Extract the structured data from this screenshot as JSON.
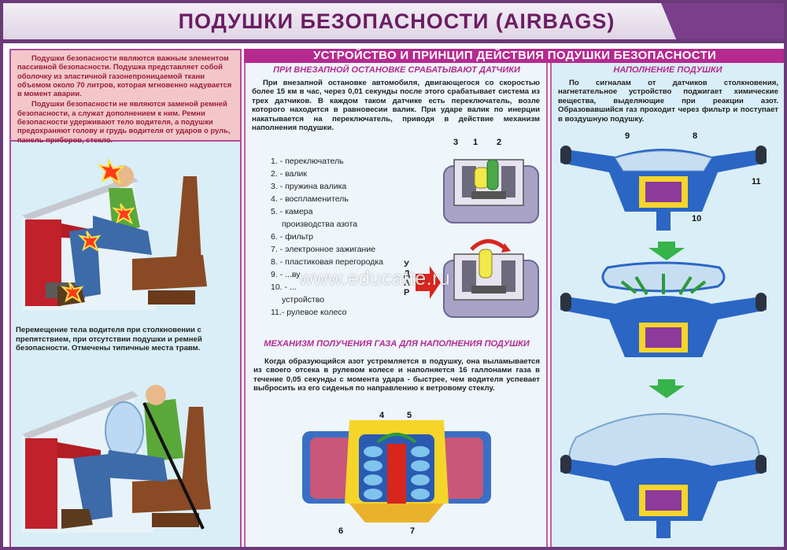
{
  "header": {
    "title": "ПОДУШКИ БЕЗОПАСНОСТИ (AIRBAGS)"
  },
  "intro": {
    "p1": "Подушки безопасности являются важным элементом пассивной безопасности. Подушка представляет собой оболочку из эластичной газонепроницаемой ткани объемом около 70 литров, которая мгновенно надувается в момент аварии.",
    "p2": "Подушки безопасности не являются заменой ремней безопасности, а служат дополнением к ним. Ремни безопасности удерживают тело водителя, а подушки предохраняют голову и грудь водителя от ударов о руль, панель приборов, стекло."
  },
  "left_caption": "Перемещение тела водителя при столкновении с препятствием, при отсутствии подушки и ремней безопасности. Отмечены типичные места травм.",
  "section_title": "УСТРОЙСТВО И ПРИНЦИП ДЕЙСТВИЯ ПОДУШКИ БЕЗОПАСНОСТИ",
  "sensors": {
    "heading": "ПРИ ВНЕЗАПНОЙ ОСТАНОВКЕ СРАБАТЫВАЮТ ДАТЧИКИ",
    "text": "При внезапной остановке автомобиля, двигающегося со скоростью более 15 км в час, через 0,01 секунды после этого срабатывает система из трех датчиков. В каждом таком датчике есть переключатель, возле которого находится в равновесии валик. При ударе валик по инерции накатывается на переключатель, приводя в действие механизм наполнения подушки.",
    "list": [
      "1. - переключатель",
      "2. - валик",
      "3. - пружина валика",
      "4. - воспламенитель",
      "5. - камера",
      "производства азота",
      "6. - фильтр",
      "7. - электронное зажигание",
      "8. - пластиковая перегородка",
      "9. - ...ву",
      "10. - ...",
      "устройство",
      "11.- рулевое колесо"
    ],
    "impact_label": "УДАР",
    "labels_top": [
      "3",
      "1",
      "2"
    ]
  },
  "gas": {
    "heading": "МЕХАНИЗМ ПОЛУЧЕНИЯ ГАЗА ДЛЯ НАПОЛНЕНИЯ ПОДУШКИ",
    "text": "Когда образующийся азот устремляется в подушку, она выламывается из своего отсека в рулевом колесе и наполняется 16 галлонами газа в течение 0,05 секунды с момента удара - быстрее, чем водителя успевает выбросить из его сиденья по направлению к ветровому стеклу.",
    "labels": [
      "4",
      "5",
      "6",
      "7"
    ]
  },
  "filling": {
    "heading": "НАПОЛНЕНИЕ ПОДУШКИ",
    "text": "По сигналам от датчиков столкновения, нагнетательное устройство поджигает химические вещества, выделяющие при реакции азот. Образовавшийся газ проходит через фильтр и поступает в воздушную подушку.",
    "labels": [
      "9",
      "8",
      "11",
      "10"
    ]
  },
  "watermark": "www.educatte.ru",
  "colors": {
    "accent": "#b52a8f",
    "frame": "#6b3a78",
    "blue": "#2a6fc9",
    "panel": "#d9eef6"
  }
}
